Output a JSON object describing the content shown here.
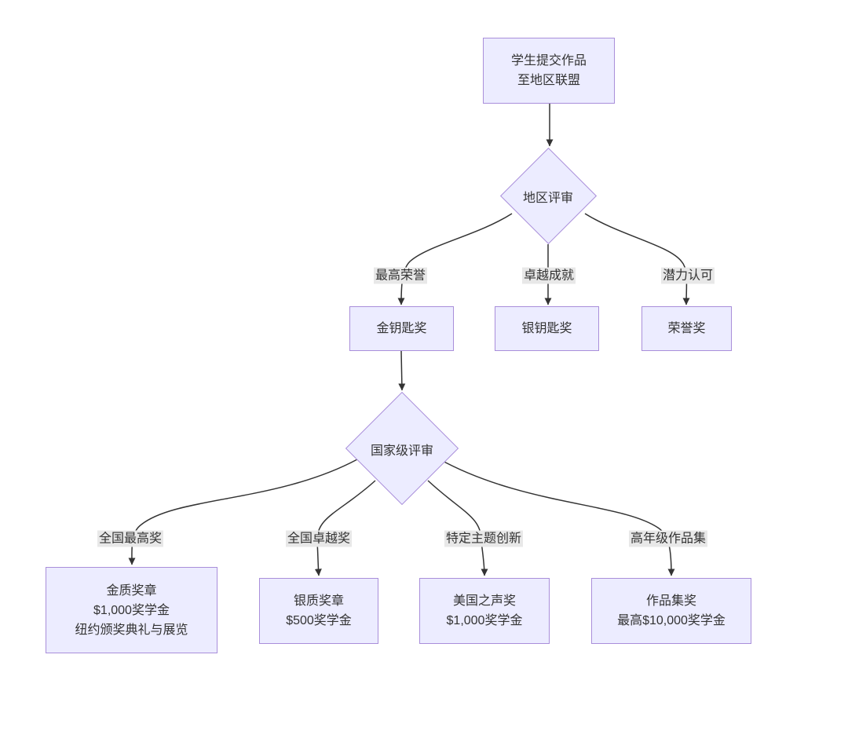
{
  "diagram": {
    "type": "flowchart",
    "direction": "top-down",
    "colors": {
      "node_fill": "#ECECFF",
      "node_border": "#A98EDA",
      "edge": "#333333",
      "edge_label_bg": "#E8E8E8",
      "text": "#333333",
      "background": "#FFFFFF"
    },
    "nodes": {
      "submit": {
        "line1": "学生提交作品",
        "line2": "至地区联盟"
      },
      "regional_review": {
        "label": "地区评审"
      },
      "gold_key": {
        "label": "金钥匙奖"
      },
      "silver_key": {
        "label": "银钥匙奖"
      },
      "honorable_mention": {
        "label": "荣誉奖"
      },
      "national_review": {
        "label": "国家级评审"
      },
      "gold_medal": {
        "line1": "金质奖章",
        "line2": "$1,000奖学金",
        "line3": "纽约颁奖典礼与展览"
      },
      "silver_medal": {
        "line1": "银质奖章",
        "line2": "$500奖学金"
      },
      "american_voices": {
        "line1": "美国之声奖",
        "line2": "$1,000奖学金"
      },
      "portfolio_award": {
        "line1": "作品集奖",
        "line2": "最高$10,000奖学金"
      }
    },
    "edge_labels": {
      "highest_honor": "最高荣誉",
      "excellence": "卓越成就",
      "potential_recognition": "潜力认可",
      "national_top": "全国最高奖",
      "national_excellence": "全国卓越奖",
      "theme_innovation": "特定主题创新",
      "senior_portfolio": "高年级作品集"
    },
    "edges": [
      {
        "from": "submit",
        "to": "regional_review",
        "label": ""
      },
      {
        "from": "regional_review",
        "to": "gold_key",
        "label": "最高荣誉"
      },
      {
        "from": "regional_review",
        "to": "silver_key",
        "label": "卓越成就"
      },
      {
        "from": "regional_review",
        "to": "honorable_mention",
        "label": "潜力认可"
      },
      {
        "from": "gold_key",
        "to": "national_review",
        "label": ""
      },
      {
        "from": "national_review",
        "to": "gold_medal",
        "label": "全国最高奖"
      },
      {
        "from": "national_review",
        "to": "silver_medal",
        "label": "全国卓越奖"
      },
      {
        "from": "national_review",
        "to": "american_voices",
        "label": "特定主题创新"
      },
      {
        "from": "national_review",
        "to": "portfolio_award",
        "label": "高年级作品集"
      }
    ]
  }
}
